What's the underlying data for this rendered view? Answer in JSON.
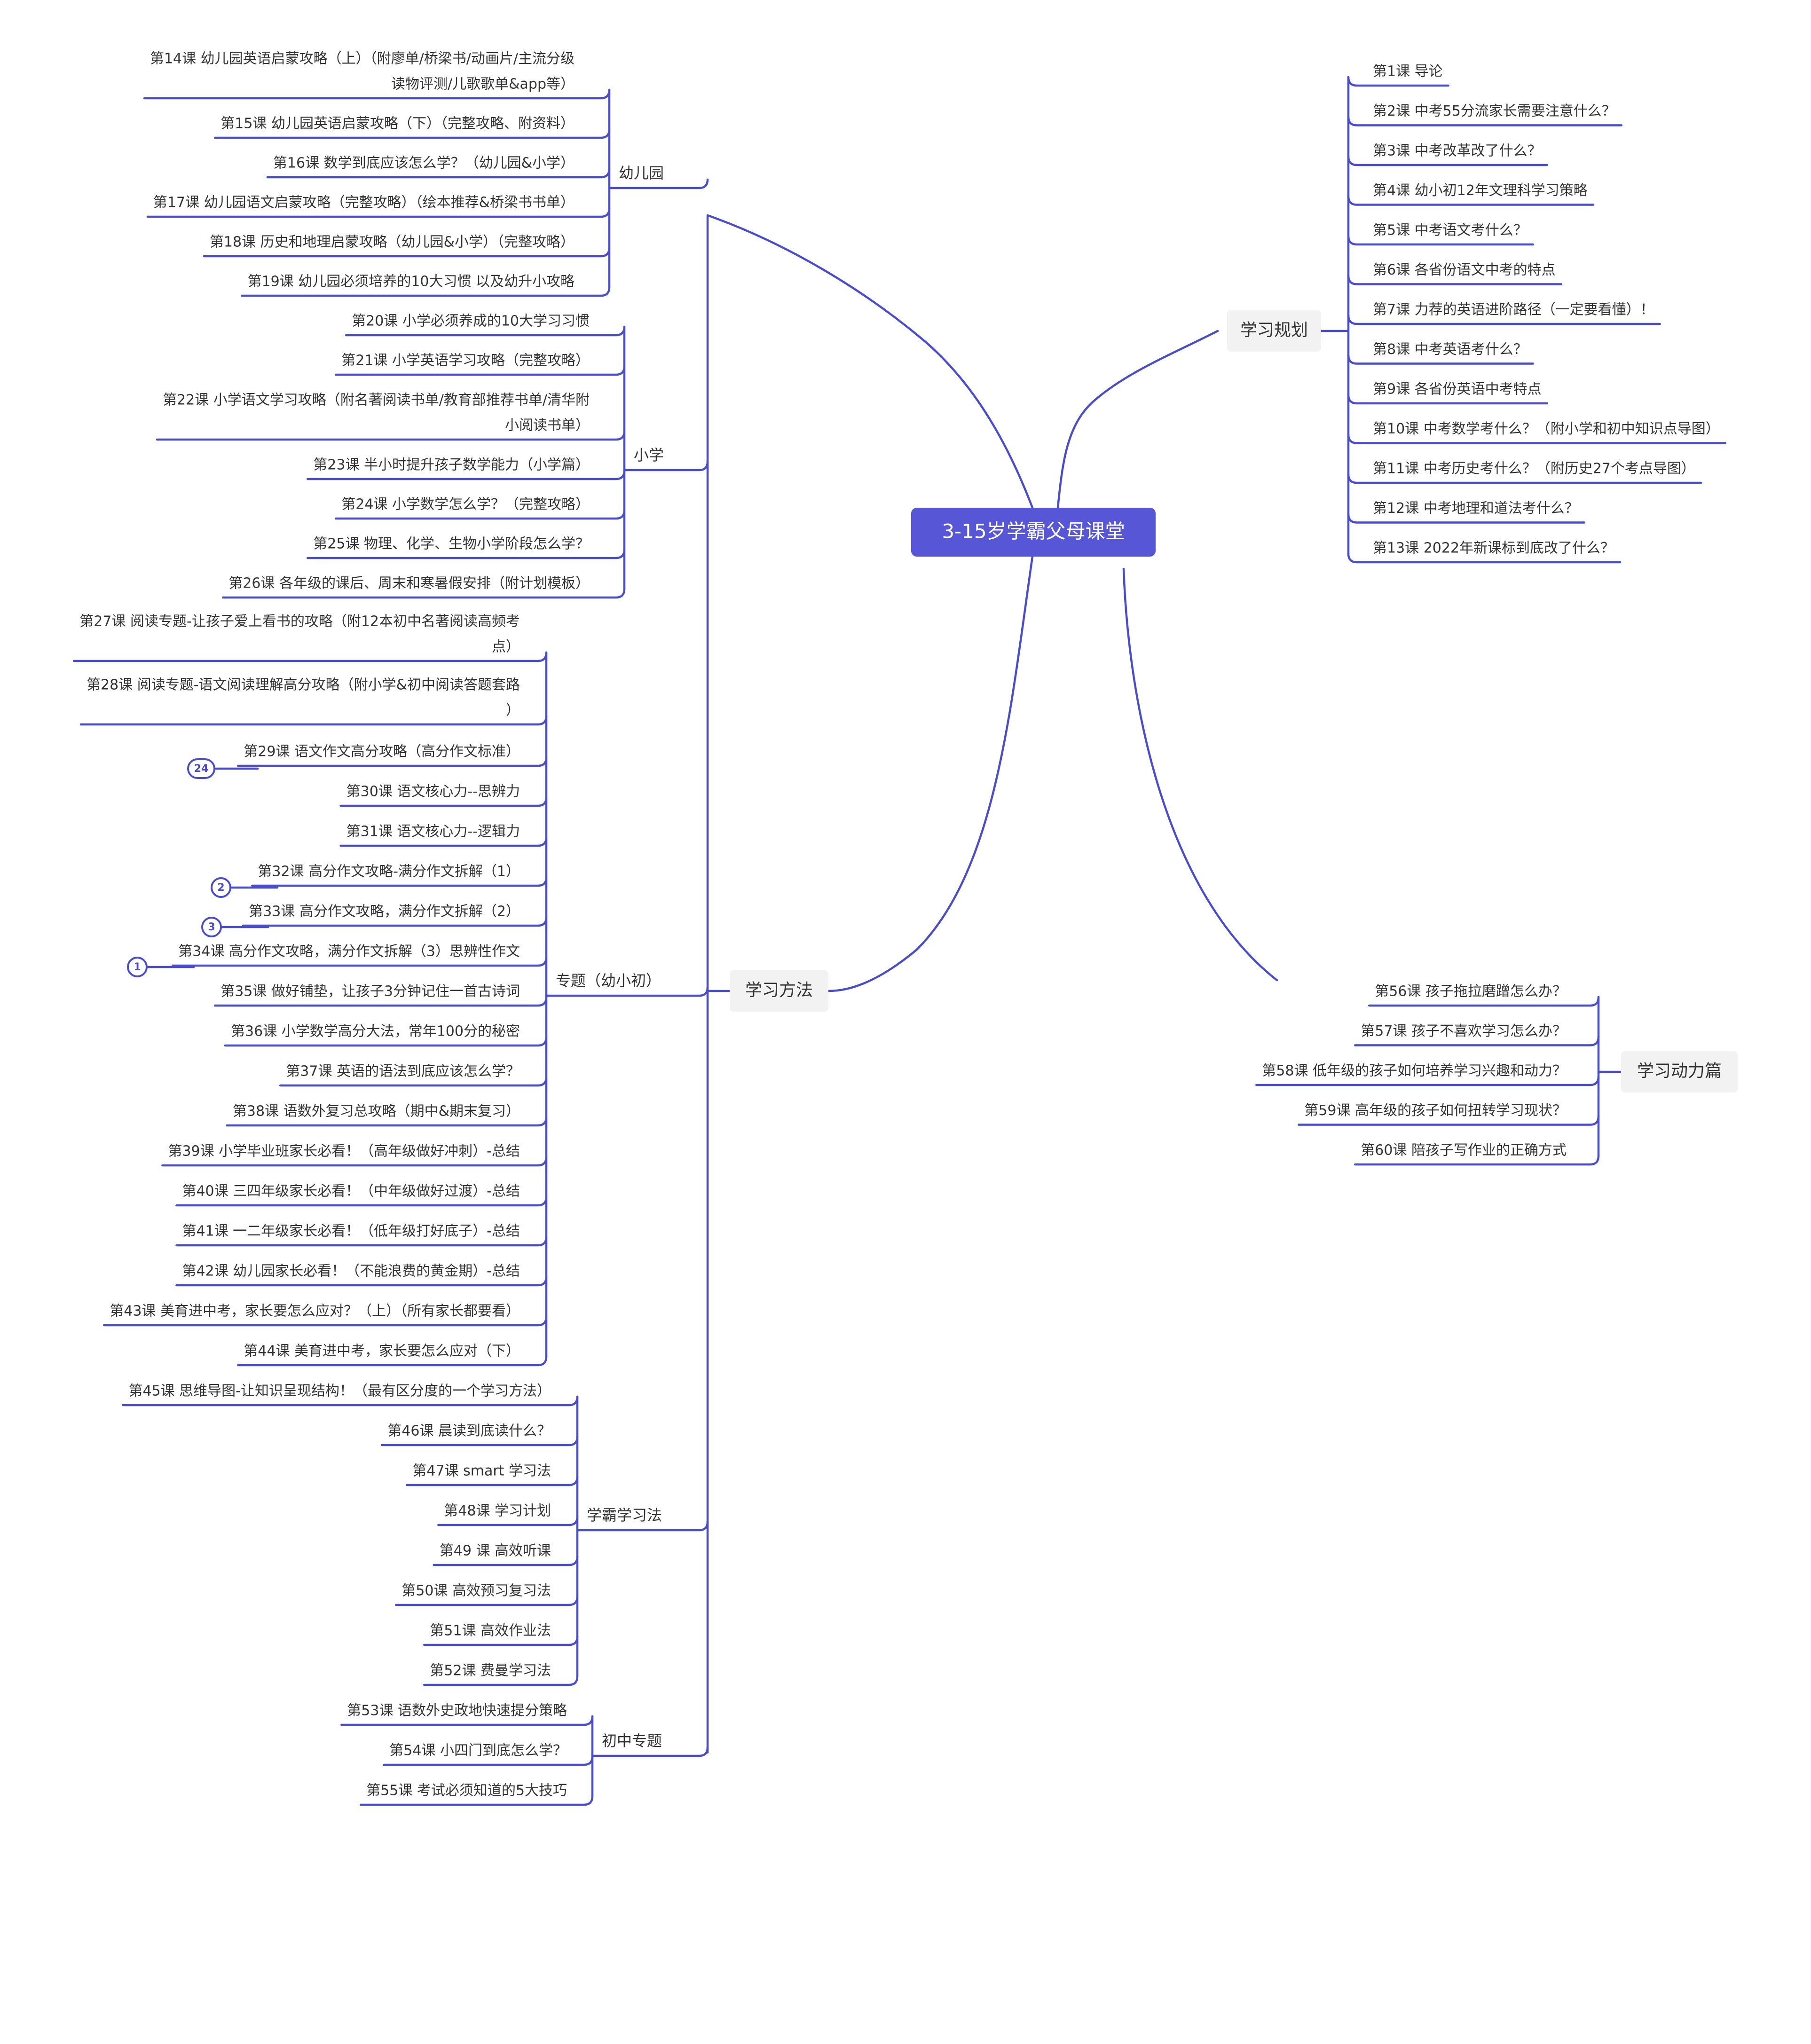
{
  "root": {
    "label": "3-15岁学霸父母课堂"
  },
  "colors": {
    "line": "#4a4cc9",
    "root_fill": "#5656d6",
    "main_fill": "#f2f2f2",
    "text": "#333333"
  },
  "left": {
    "label": "学习方法",
    "groups": [
      {
        "label": "幼儿园",
        "items": [
          [
            "第14课  幼儿园英语启蒙攻略（上）（附廖单/桥梁书/动画片/主流分级",
            "读物评测/儿歌歌单&app等）"
          ],
          [
            "第15课  幼儿园英语启蒙攻略（下）（完整攻略、附资料）"
          ],
          [
            "第16课  数学到底应该怎么学？（幼儿园&小学）"
          ],
          [
            "第17课  幼儿园语文启蒙攻略（完整攻略）（绘本推荐&桥梁书书单）"
          ],
          [
            "第18课  历史和地理启蒙攻略（幼儿园&小学）（完整攻略）"
          ],
          [
            "第19课  幼儿园必须培养的10大习惯 以及幼升小攻略"
          ]
        ]
      },
      {
        "label": "小学",
        "items": [
          [
            "第20课  小学必须养成的10大学习习惯"
          ],
          [
            "第21课  小学英语学习攻略（完整攻略）"
          ],
          [
            "第22课  小学语文学习攻略（附名著阅读书单/教育部推荐书单/清华附",
            "小阅读书单）"
          ],
          [
            "第23课 半小时提升孩子数学能力（小学篇）"
          ],
          [
            "第24课  小学数学怎么学？（完整攻略）"
          ],
          [
            "第25课  物理、化学、生物小学阶段怎么学？"
          ],
          [
            "第26课    各年级的课后、周末和寒暑假安排（附计划模板）"
          ]
        ]
      },
      {
        "label": "专题（幼小初）",
        "items": [
          [
            "第27课  阅读专题-让孩子爱上看书的攻略（附12本初中名著阅读高频考",
            "点）"
          ],
          [
            "第28课 阅读专题-语文阅读理解高分攻略（附小学&初中阅读答题套路",
            "）"
          ],
          [
            "第29课  语文作文高分攻略（高分作文标准）"
          ],
          [
            "第30课  语文核心力--思辨力"
          ],
          [
            "第31课  语文核心力--逻辑力"
          ],
          [
            "第32课   高分作文攻略-满分作文拆解（1）"
          ],
          [
            "第33课   高分作文攻略，满分作文拆解（2）"
          ],
          [
            "第34课   高分作文攻略，满分作文拆解（3）思辨性作文"
          ],
          [
            "第35课  做好铺垫，让孩子3分钟记住一首古诗词"
          ],
          [
            "第36课  小学数学高分大法，常年100分的秘密"
          ],
          [
            "第37课    英语的语法到底应该怎么学？"
          ],
          [
            "第38课    语数外复习总攻略（期中&期末复习）"
          ],
          [
            "第39课    小学毕业班家长必看！（高年级做好冲刺）-总结"
          ],
          [
            "第40课    三四年级家长必看！（中年级做好过渡）-总结"
          ],
          [
            "第41课    一二年级家长必看！（低年级打好底子）-总结"
          ],
          [
            "第42课    幼儿园家长必看！（不能浪费的黄金期）-总结"
          ],
          [
            "第43课  美育进中考，家长要怎么应对？（上）（所有家长都要看）"
          ],
          [
            "第44课  美育进中考，家长要怎么应对（下）"
          ]
        ]
      },
      {
        "label": "学霸学习法",
        "items": [
          [
            "第45课    思维导图-让知识呈现结构！（最有区分度的一个学习方法）"
          ],
          [
            "第46课   晨读到底读什么？"
          ],
          [
            "第47课    smart 学习法"
          ],
          [
            "第48课    学习计划"
          ],
          [
            "第49 课    高效听课"
          ],
          [
            "第50课    高效预习复习法"
          ],
          [
            "第51课    高效作业法"
          ],
          [
            "第52课    费曼学习法"
          ]
        ]
      },
      {
        "label": "初中专题",
        "items": [
          [
            "第53课  语数外史政地快速提分策略"
          ],
          [
            "第54课  小四门到底怎么学？"
          ],
          [
            "第55课  考试必须知道的5大技巧"
          ]
        ]
      }
    ],
    "badges": [
      "24",
      "2",
      "3",
      "1"
    ]
  },
  "right_top": {
    "label": "学习规划",
    "items": [
      [
        "第1课 导论"
      ],
      [
        "第2课  中考55分流家长需要注意什么？"
      ],
      [
        "第3课   中考改革改了什么？"
      ],
      [
        "第4课   幼小初12年文理科学习策略"
      ],
      [
        "第5课   中考语文考什么？"
      ],
      [
        "第6课   各省份语文中考的特点"
      ],
      [
        "第7课    力荐的英语进阶路径（一定要看懂）！"
      ],
      [
        "第8课    中考英语考什么？"
      ],
      [
        "第9课   各省份英语中考特点"
      ],
      [
        "第10课   中考数学考什么？（附小学和初中知识点导图）"
      ],
      [
        "第11课  中考历史考什么？（附历史27个考点导图）"
      ],
      [
        "第12课  中考地理和道法考什么？"
      ],
      [
        "第13课    2022年新课标到底改了什么？"
      ]
    ]
  },
  "right_bottom": {
    "label": "学习动力篇",
    "items": [
      [
        "第56课    孩子拖拉磨蹭怎么办？"
      ],
      [
        "第57课    孩子不喜欢学习怎么办？"
      ],
      [
        "第58课    低年级的孩子如何培养学习兴趣和动力？"
      ],
      [
        "第59课    高年级的孩子如何扭转学习现状？"
      ],
      [
        "第60课    陪孩子写作业的正确方式"
      ]
    ]
  }
}
